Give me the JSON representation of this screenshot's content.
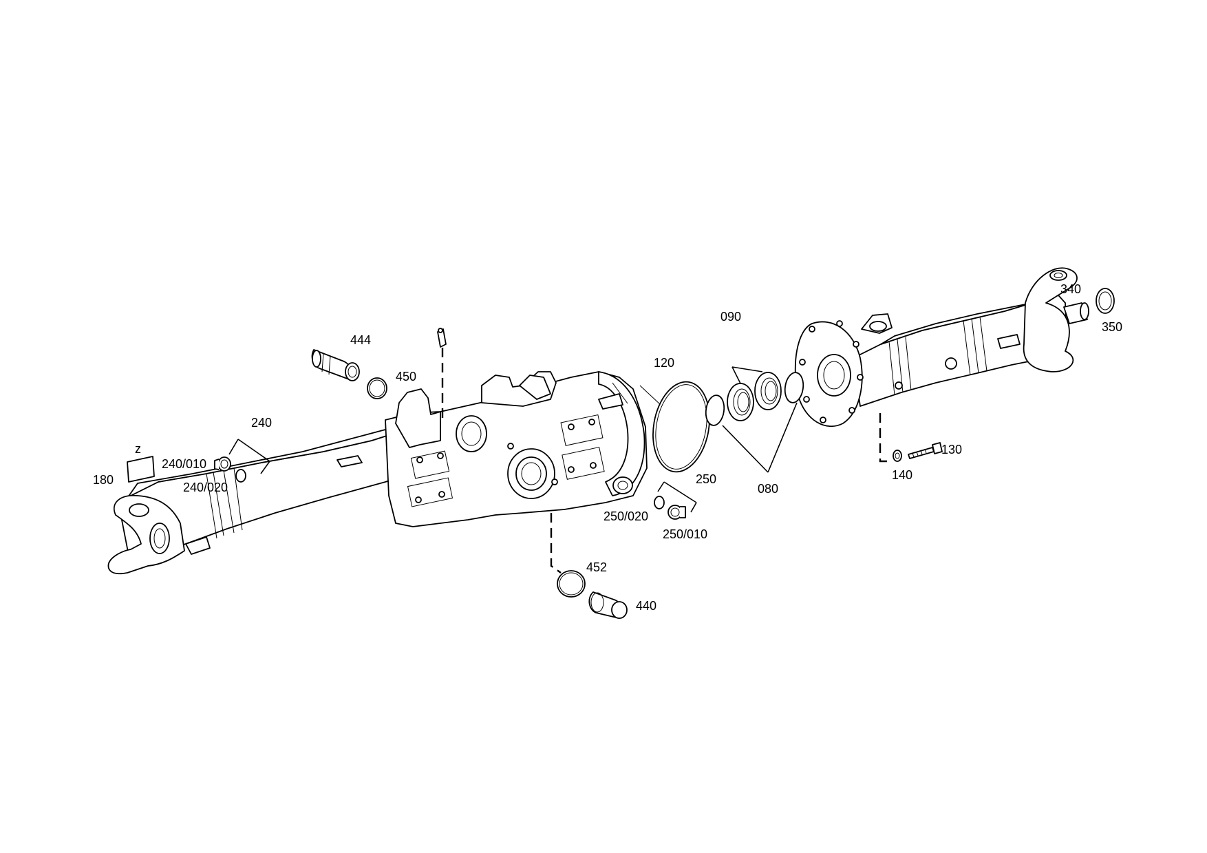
{
  "callouts": {
    "c090": "090",
    "c120": "120",
    "c444": "444",
    "c450": "450",
    "c240": "240",
    "c240_010": "240/010",
    "c240_020": "240/020",
    "c180": "180",
    "c250": "250",
    "c250_020": "250/020",
    "c250_010": "250/010",
    "c080": "080",
    "c452": "452",
    "c440": "440",
    "c140": "140",
    "c130": "130",
    "c340": "340",
    "c350": "350"
  },
  "plate_mark": "z"
}
